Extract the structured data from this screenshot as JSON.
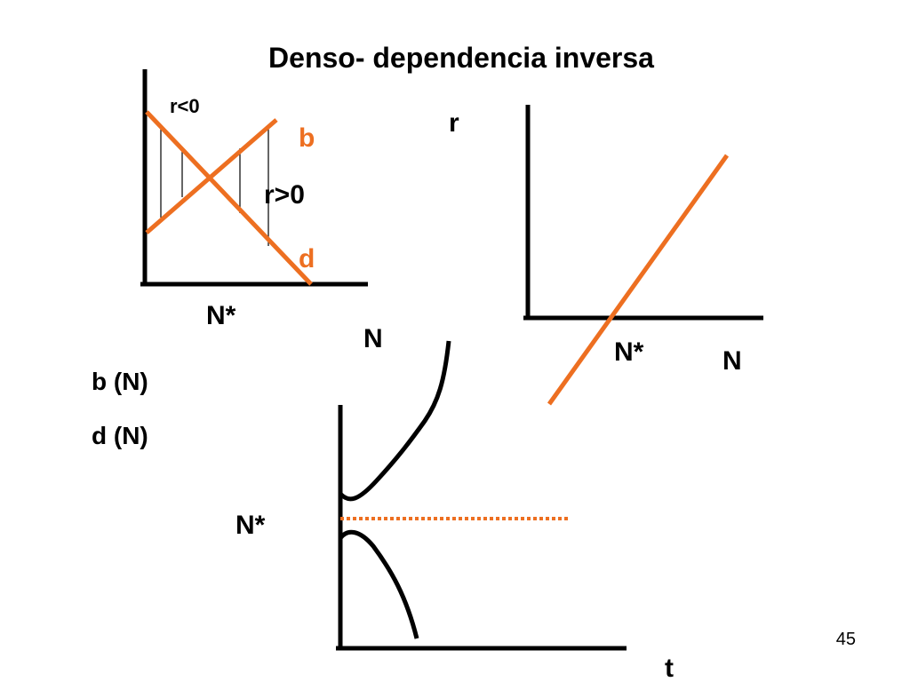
{
  "slide": {
    "title": "Denso- dependencia inversa",
    "page_number": "45"
  },
  "colors": {
    "accent": "#ed6f21",
    "ink": "#000000",
    "background": "#ffffff"
  },
  "panel_rates": {
    "label_r_negative": "r<0",
    "label_r_positive": "r>0",
    "label_b": "b",
    "label_d": "d",
    "label_equilibrium": "N*",
    "label_x_axis": "N",
    "label_y_b": "b (N)",
    "label_y_d": "d (N)"
  },
  "panel_r": {
    "label_y_axis": "r",
    "label_equilibrium": "N*",
    "label_x_axis": "N"
  },
  "panel_time": {
    "label_equilibrium": "N*",
    "label_x_axis": "t"
  }
}
